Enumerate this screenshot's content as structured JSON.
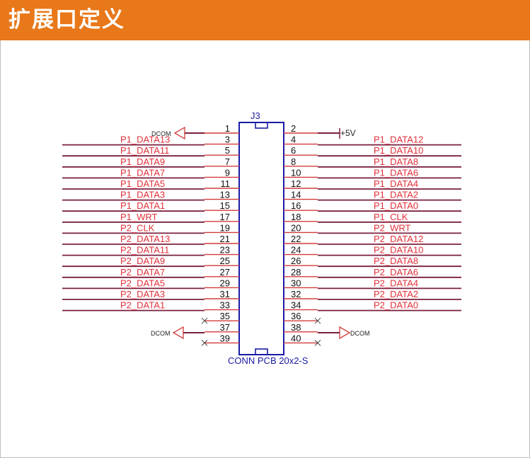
{
  "title": "扩展口定义",
  "connector": {
    "ref": "J3",
    "part": "CONN PCB 20x2-S",
    "power_label": "+5V",
    "ground_label": "DCOM"
  },
  "colors": {
    "header_bg": "#e8781a",
    "net_label": "#e0303a",
    "wire": "#7a1f3d",
    "pin_stub": "#d23c3c",
    "body_outline": "#1a1aa6"
  },
  "pins": [
    {
      "left": "1",
      "left_net": "",
      "right": "2",
      "right_net": ""
    },
    {
      "left": "3",
      "left_net": "P1_DATA13",
      "right": "4",
      "right_net": "P1_DATA12"
    },
    {
      "left": "5",
      "left_net": "P1_DATA11",
      "right": "6",
      "right_net": "P1_DATA10"
    },
    {
      "left": "7",
      "left_net": "P1_DATA9",
      "right": "8",
      "right_net": "P1_DATA8"
    },
    {
      "left": "9",
      "left_net": "P1_DATA7",
      "right": "10",
      "right_net": "P1_DATA6"
    },
    {
      "left": "11",
      "left_net": "P1_DATA5",
      "right": "12",
      "right_net": "P1_DATA4"
    },
    {
      "left": "13",
      "left_net": "P1_DATA3",
      "right": "14",
      "right_net": "P1_DATA2"
    },
    {
      "left": "15",
      "left_net": "P1_DATA1",
      "right": "16",
      "right_net": "P1_DATA0"
    },
    {
      "left": "17",
      "left_net": "P1_WRT",
      "right": "18",
      "right_net": "P1_CLK"
    },
    {
      "left": "19",
      "left_net": "P2_CLK",
      "right": "20",
      "right_net": "P2_WRT"
    },
    {
      "left": "21",
      "left_net": "P2_DATA13",
      "right": "22",
      "right_net": "P2_DATA12"
    },
    {
      "left": "23",
      "left_net": "P2_DATA11",
      "right": "24",
      "right_net": "P2_DATA10"
    },
    {
      "left": "25",
      "left_net": "P2_DATA9",
      "right": "26",
      "right_net": "P2_DATA8"
    },
    {
      "left": "27",
      "left_net": "P2_DATA7",
      "right": "28",
      "right_net": "P2_DATA6"
    },
    {
      "left": "29",
      "left_net": "P2_DATA5",
      "right": "30",
      "right_net": "P2_DATA4"
    },
    {
      "left": "31",
      "left_net": "P2_DATA3",
      "right": "32",
      "right_net": "P2_DATA2"
    },
    {
      "left": "33",
      "left_net": "P2_DATA1",
      "right": "34",
      "right_net": "P2_DATA0"
    },
    {
      "left": "35",
      "left_net": "",
      "right": "36",
      "right_net": ""
    },
    {
      "left": "37",
      "left_net": "",
      "right": "38",
      "right_net": ""
    },
    {
      "left": "39",
      "left_net": "",
      "right": "40",
      "right_net": ""
    }
  ]
}
